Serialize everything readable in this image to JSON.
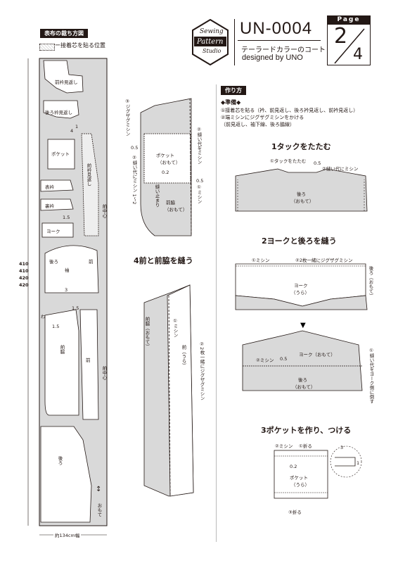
{
  "header": {
    "logo_line1": "Sewing",
    "logo_line2": "Pattern",
    "logo_line3": "Studio",
    "code": "UN-0004",
    "subtitle": "テーラードカラーのコート",
    "designer": "designed by UNO",
    "page_label": "Page",
    "page_num": "2",
    "page_total": "4"
  },
  "layout": {
    "title": "表布の裁ち方図",
    "legend": "ー接着芯を貼る位置",
    "widths": [
      "410",
      "410",
      "420",
      "420"
    ],
    "fabric_width": "約134cm幅",
    "fold_label": "おもて",
    "pieces": {
      "front_facing": "前衿見返し",
      "back_facing": "後ろ衿見返し",
      "pocket": "ポケット",
      "front_facing_long": "前衿見返し",
      "front_center_1": "前中心",
      "top_collar": "表衿",
      "under_collar": "裏衿",
      "yoke": "ヨーク",
      "sleeve": "袖",
      "sleeve_back": "後ろ",
      "sleeve_front": "前",
      "side_front": "前脇",
      "front": "前",
      "front_center_2": "前中心",
      "back": "後ろ",
      "wa": "わ"
    },
    "nums": {
      "n1": "1",
      "n4": "4",
      "n15": "1.5",
      "n3": "3",
      "n15b": "1.5",
      "n15c": "1.5"
    }
  },
  "instructions": {
    "section_title": "作り方",
    "prep_title": "◆準備◆",
    "prep_lines": [
      "①接着芯を貼る（衿、前見返し、後ろ衿見返し、前衿見返し）",
      "②端ミシンにジグザグミシンをかける",
      "（前見返し、袖下線、後ろ脇線）"
    ],
    "step1": "1タックをたたむ",
    "step1_labels": {
      "tuck": "①タックをたたむ",
      "n05": "0.5",
      "edge": "②縫い代にミシン",
      "back": "後ろ",
      "omote": "（おもて）"
    },
    "step2": "2ヨークと後ろを縫う",
    "step2_labels": {
      "m1": "①ミシン",
      "m2": "②2枚一緒にジグザグミシン",
      "back_side": "後ろ（おもて）",
      "yoke": "ヨーク",
      "ura": "（うら）",
      "m2b": "②ミシン",
      "n05": "0.5",
      "yoke2": "ヨーク（おもて）",
      "back": "後ろ",
      "omote": "（おもて）",
      "fold_note": "①縫い代をヨーク側に倒す"
    },
    "step3": "3ポケットを作り、つける",
    "step3_labels": {
      "m2": "②ミシン",
      "fold1": "①折る",
      "n02": "0.2",
      "pocket": "ポケット",
      "ura": "（うら）",
      "fold3": "③折る",
      "n3": "3",
      "n1": "1"
    },
    "step4": "4前と前脇を縫う",
    "step4_labels": {
      "side": "前脇（おもて）",
      "m1": "①ミシン",
      "front": "前（うら）",
      "zig": "②2枚一緒にジグザグミシン"
    },
    "pocket_att": {
      "zig": "③ジグザグミシン",
      "n05a": "0.5",
      "seam": "②縫い代をミシン",
      "pocket": "ポケット",
      "omote": "（おもて）",
      "n02": "0.2",
      "n05b": "0.5",
      "seam2": "②縫い代にミシン 1〜2",
      "stop": "縫い止まり",
      "m1": "①ミシン",
      "side": "前脇",
      "omote2": "（おもて）"
    }
  }
}
